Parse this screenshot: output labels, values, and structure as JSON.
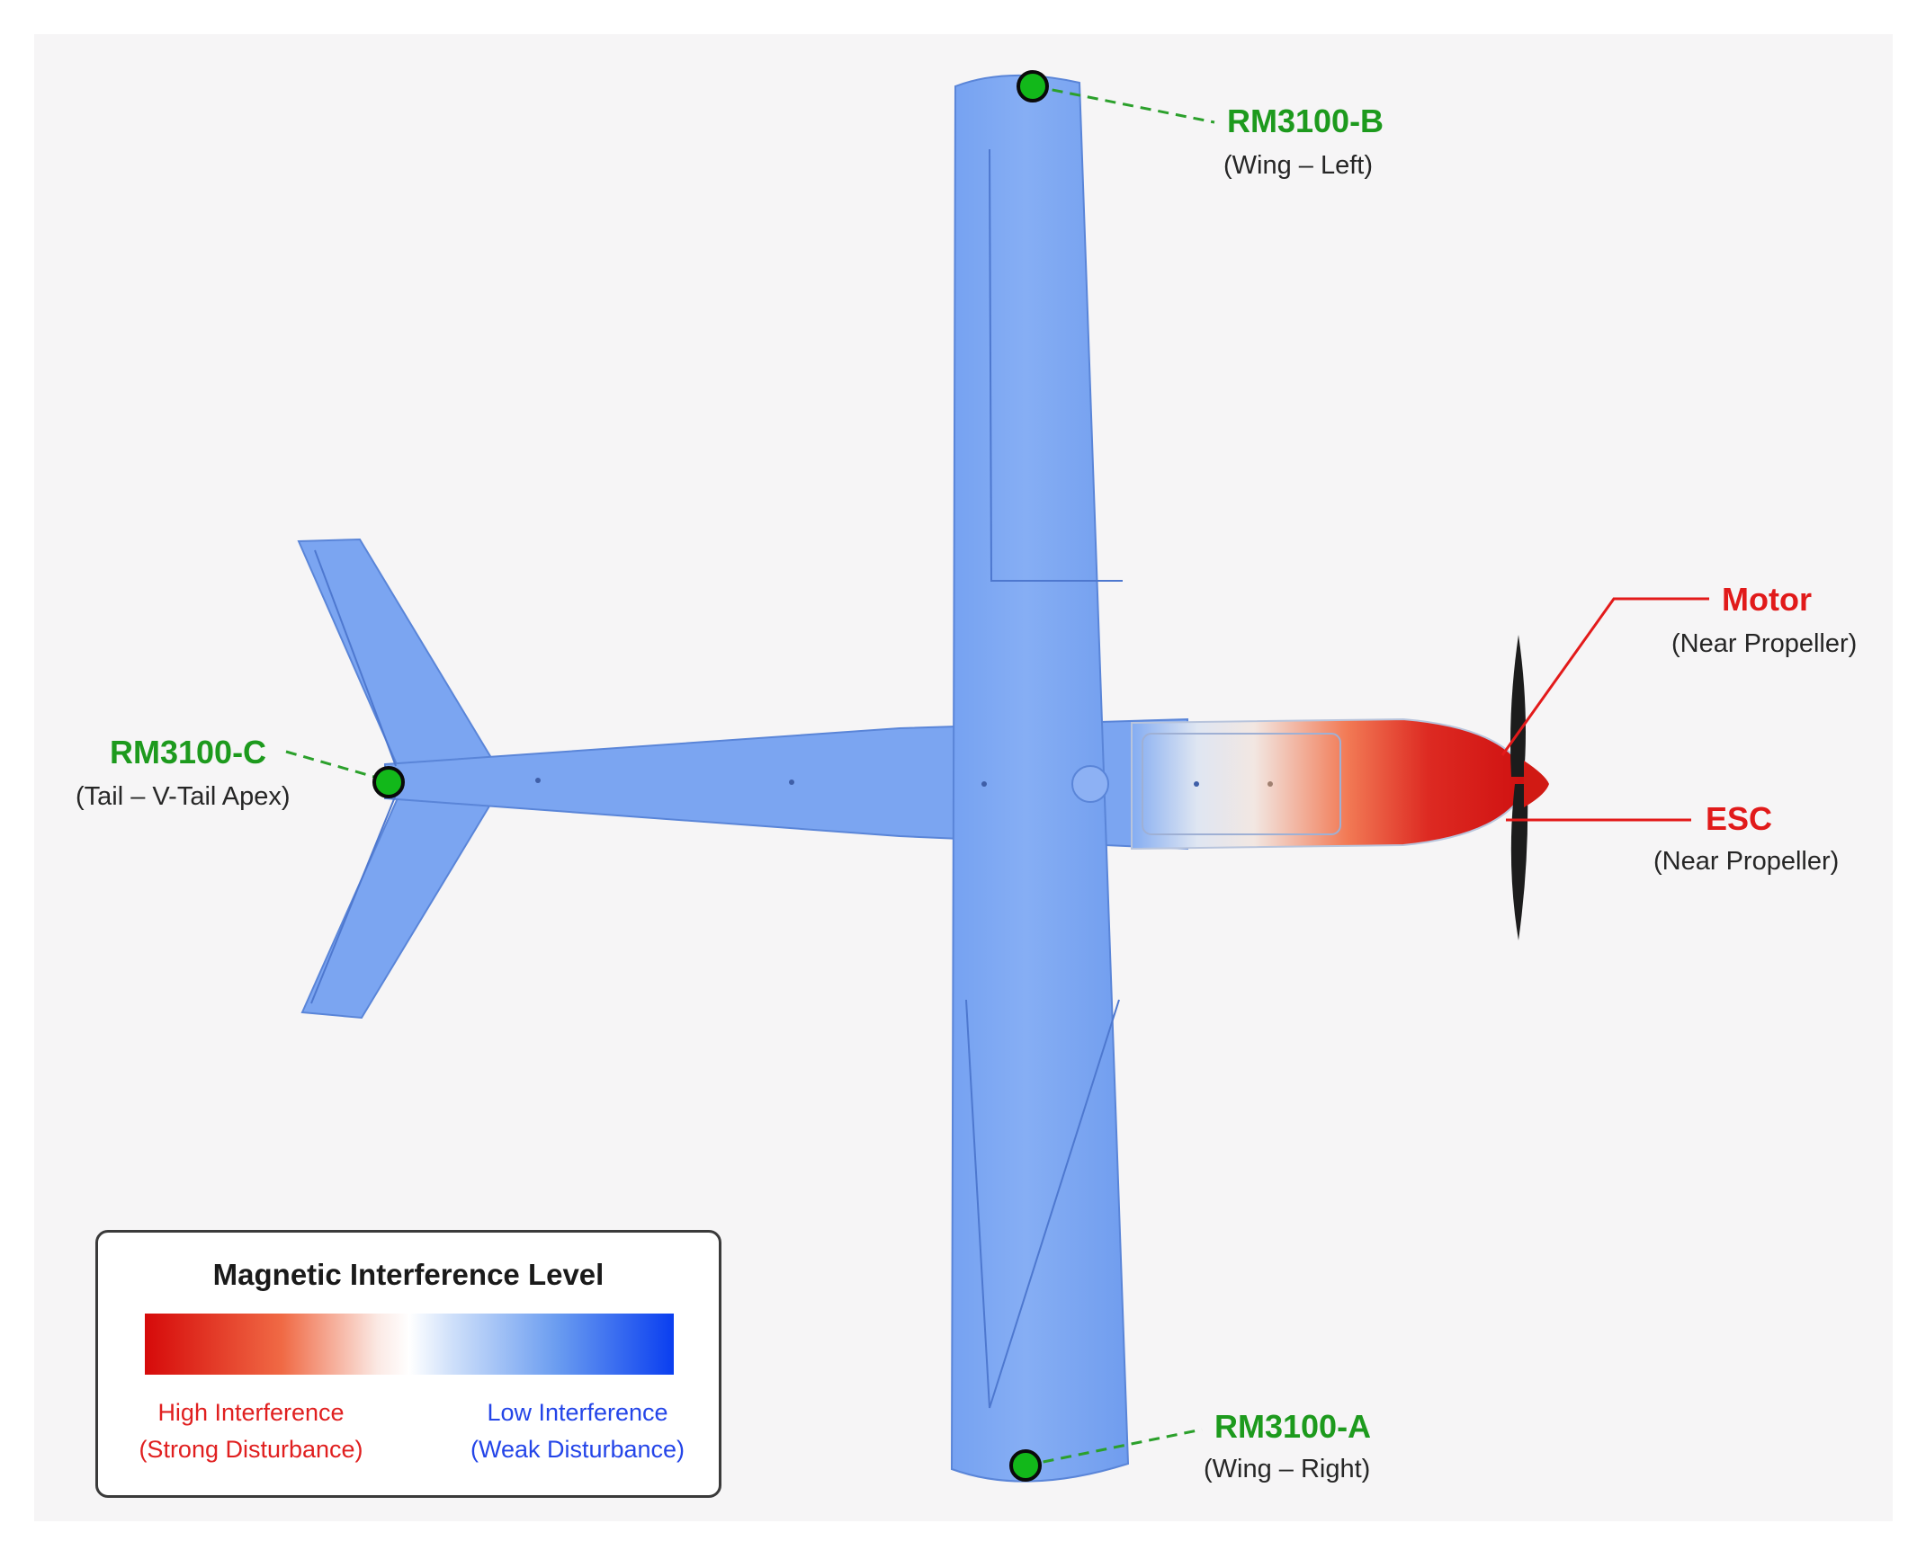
{
  "sensors": [
    {
      "id": "RM3100-B",
      "location": "(Wing – Left)"
    },
    {
      "id": "RM3100-C",
      "location": "(Tail – V-Tail Apex)"
    },
    {
      "id": "RM3100-A",
      "location": "(Wing – Right)"
    }
  ],
  "components": [
    {
      "name": "Motor",
      "location": "(Near Propeller)"
    },
    {
      "name": "ESC",
      "location": "(Near Propeller)"
    }
  ],
  "legend": {
    "title": "Magnetic Interference Level",
    "high_line1": "High Interference",
    "high_line2": "(Strong Disturbance)",
    "low_line1": "Low Interference",
    "low_line2": "(Weak Disturbance)"
  },
  "colors": {
    "sensor_label": "#1d9a1d",
    "component_label": "#e11a1a",
    "low_interference": "#0a3ef0",
    "high_interference": "#d60a0a",
    "airframe": "#7aa6f2"
  }
}
